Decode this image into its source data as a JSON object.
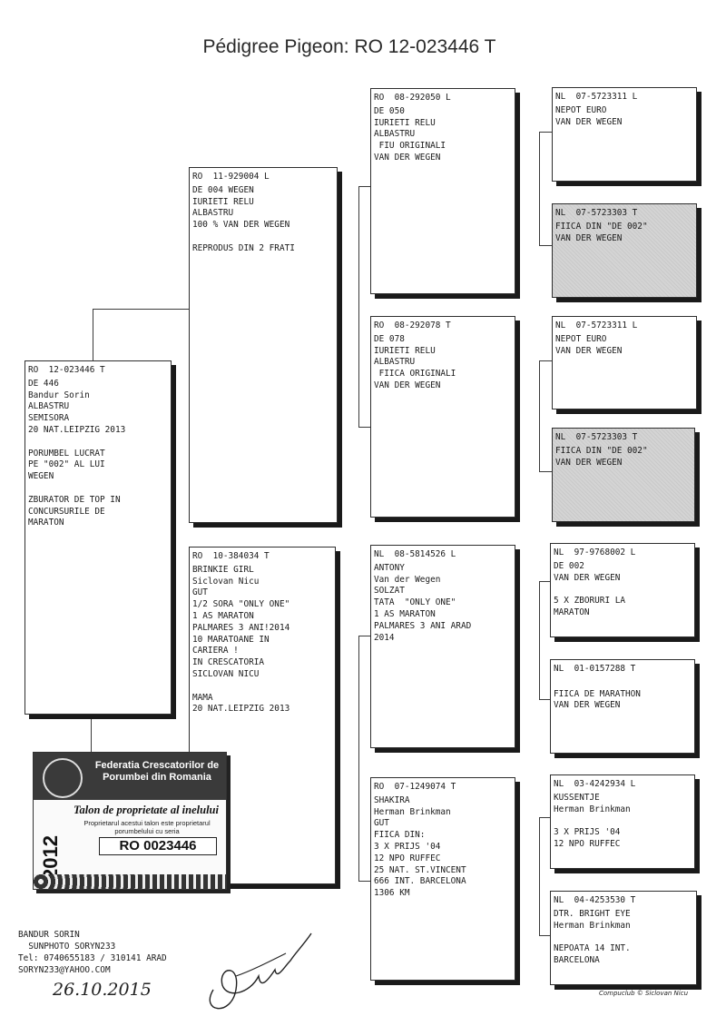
{
  "title": "Pédigree Pigeon: RO  12-023446 T",
  "pigeons": {
    "subject": {
      "ring": "RO  12-023446 T",
      "lines": [
        "DE 446",
        "Bandur Sorin",
        "ALBASTRU",
        "SEMISORA",
        "20 NAT.LEIPZIG 2013",
        "",
        "PORUMBEL LUCRAT",
        "PE \"002\" AL LUI",
        "WEGEN",
        "",
        "ZBURATOR DE TOP IN",
        "CONCURSURILE DE",
        "MARATON"
      ]
    },
    "sire": {
      "ring": "RO  11-929004 L",
      "lines": [
        "DE 004 WEGEN",
        "IURIETI RELU",
        "ALBASTRU",
        "100 % VAN DER WEGEN",
        "",
        "REPRODUS DIN 2 FRATI"
      ]
    },
    "dam": {
      "ring": "RO  10-384034 T",
      "lines": [
        "BRINKIE GIRL",
        "Siclovan Nicu",
        "GUT",
        "1/2 SORA \"ONLY ONE\"",
        "1 AS MARATON",
        "PALMARES 3 ANI!2014",
        "10 MARATOANE IN",
        "CARIERA !",
        "IN CRESCATORIA",
        "SICLOVAN NICU",
        "",
        "MAMA",
        "20 NAT.LEIPZIG 2013"
      ]
    },
    "ss": {
      "ring": "RO  08-292050 L",
      "lines": [
        "DE 050",
        "IURIETI RELU",
        "ALBASTRU",
        " FIU ORIGINALI",
        "VAN DER WEGEN"
      ]
    },
    "sd": {
      "ring": "RO  08-292078 T",
      "lines": [
        "DE 078",
        "IURIETI RELU",
        "ALBASTRU",
        " FIICA ORIGINALI",
        "VAN DER WEGEN"
      ]
    },
    "ds": {
      "ring": "NL  08-5814526 L",
      "lines": [
        "ANTONY",
        "Van der Wegen",
        "SOLZAT",
        "TATA  \"ONLY ONE\"",
        "1 AS MARATON",
        "PALMARES 3 ANI ARAD",
        "2014"
      ]
    },
    "dd": {
      "ring": "RO  07-1249074 T",
      "lines": [
        "SHAKIRA",
        "Herman Brinkman",
        "GUT",
        "FIICA DIN:",
        "3 X PRIJS '04",
        "12 NPO RUFFEC",
        "25 NAT. ST.VINCENT",
        "666 INT. BARCELONA",
        "1306 KM"
      ]
    },
    "sss": {
      "ring": "NL  07-5723311 L",
      "lines": [
        "NEPOT EURO",
        "VAN DER WEGEN"
      ]
    },
    "ssd": {
      "ring": "NL  07-5723303 T",
      "lines": [
        "FIICA DIN \"DE 002\"",
        "VAN DER WEGEN"
      ]
    },
    "sds": {
      "ring": "NL  07-5723311 L",
      "lines": [
        "NEPOT EURO",
        "VAN DER WEGEN"
      ]
    },
    "sdd": {
      "ring": "NL  07-5723303 T",
      "lines": [
        "FIICA DIN \"DE 002\"",
        "VAN DER WEGEN"
      ]
    },
    "dss": {
      "ring": "NL  97-9768002 L",
      "lines": [
        "DE 002",
        "VAN DER WEGEN",
        "",
        "5 X ZBORURI LA",
        "MARATON"
      ]
    },
    "dsd": {
      "ring": "NL  01-0157288 T",
      "lines": [
        "",
        "FIICA DE MARATHON",
        "VAN DER WEGEN"
      ]
    },
    "dds": {
      "ring": "NL  03-4242934 L",
      "lines": [
        "KUSSENTJE",
        "Herman Brinkman",
        "",
        "3 X PRIJS '04",
        "12 NPO RUFFEC"
      ]
    },
    "ddd": {
      "ring": "NL  04-4253530 T",
      "lines": [
        "DTR. BRIGHT EYE",
        "Herman Brinkman",
        "",
        "NEPOATA 14 INT.",
        "BARCELONA"
      ]
    }
  },
  "talon": {
    "federation": "Federatia Crescatorilor de Porumbei din Romania",
    "title": "Talon de proprietate al inelului",
    "subtitle": "Proprietarul acestui talon este proprietarul porumbelului cu seria",
    "ring": "RO 0023446",
    "year": "2012"
  },
  "owner": [
    "BANDUR SORIN",
    "  SUNPHOTO SORYN233",
    "Tel: 0740655183 / 310141 ARAD",
    "SORYN233@YAHOO.COM"
  ],
  "date": "26.10.2015",
  "credit": "Compuclub © Siclovan Nicu",
  "colors": {
    "ink": "#1a1a1a",
    "shade": "#d4d4d4"
  }
}
